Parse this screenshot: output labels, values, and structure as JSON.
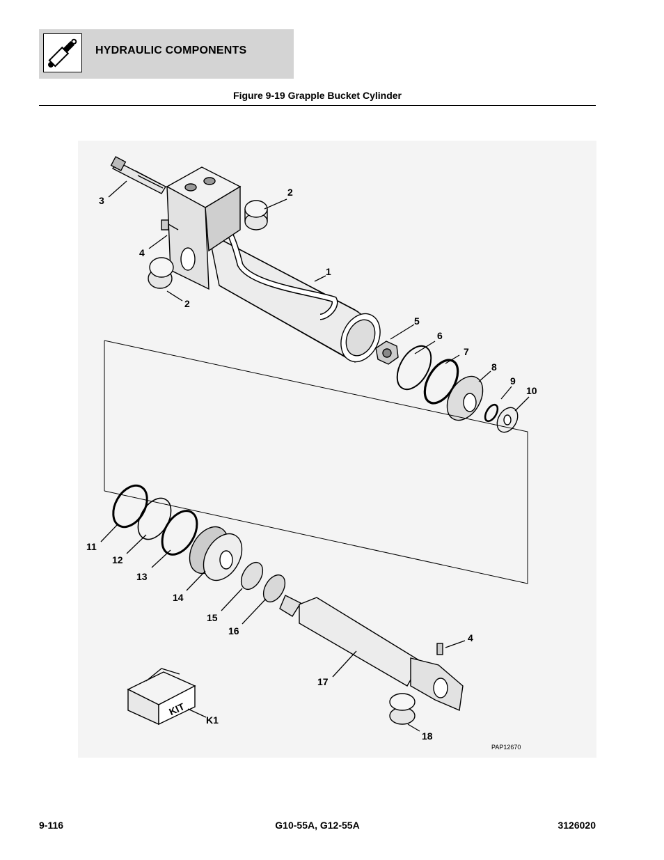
{
  "header": {
    "section_title": "HYDRAULIC COMPONENTS",
    "icon": "hydraulic-cylinder-icon"
  },
  "figure": {
    "caption": "Figure 9-19 Grapple Bucket Cylinder",
    "drawing_code": "PAP12670",
    "kit_label": "KIT",
    "callouts": [
      "1",
      "2",
      "2",
      "3",
      "4",
      "4",
      "5",
      "6",
      "7",
      "8",
      "9",
      "10",
      "11",
      "12",
      "13",
      "14",
      "15",
      "16",
      "17",
      "18",
      "K1"
    ]
  },
  "footer": {
    "page_number": "9-116",
    "models": "G10-55A, G12-55A",
    "manual_number": "3126020"
  }
}
